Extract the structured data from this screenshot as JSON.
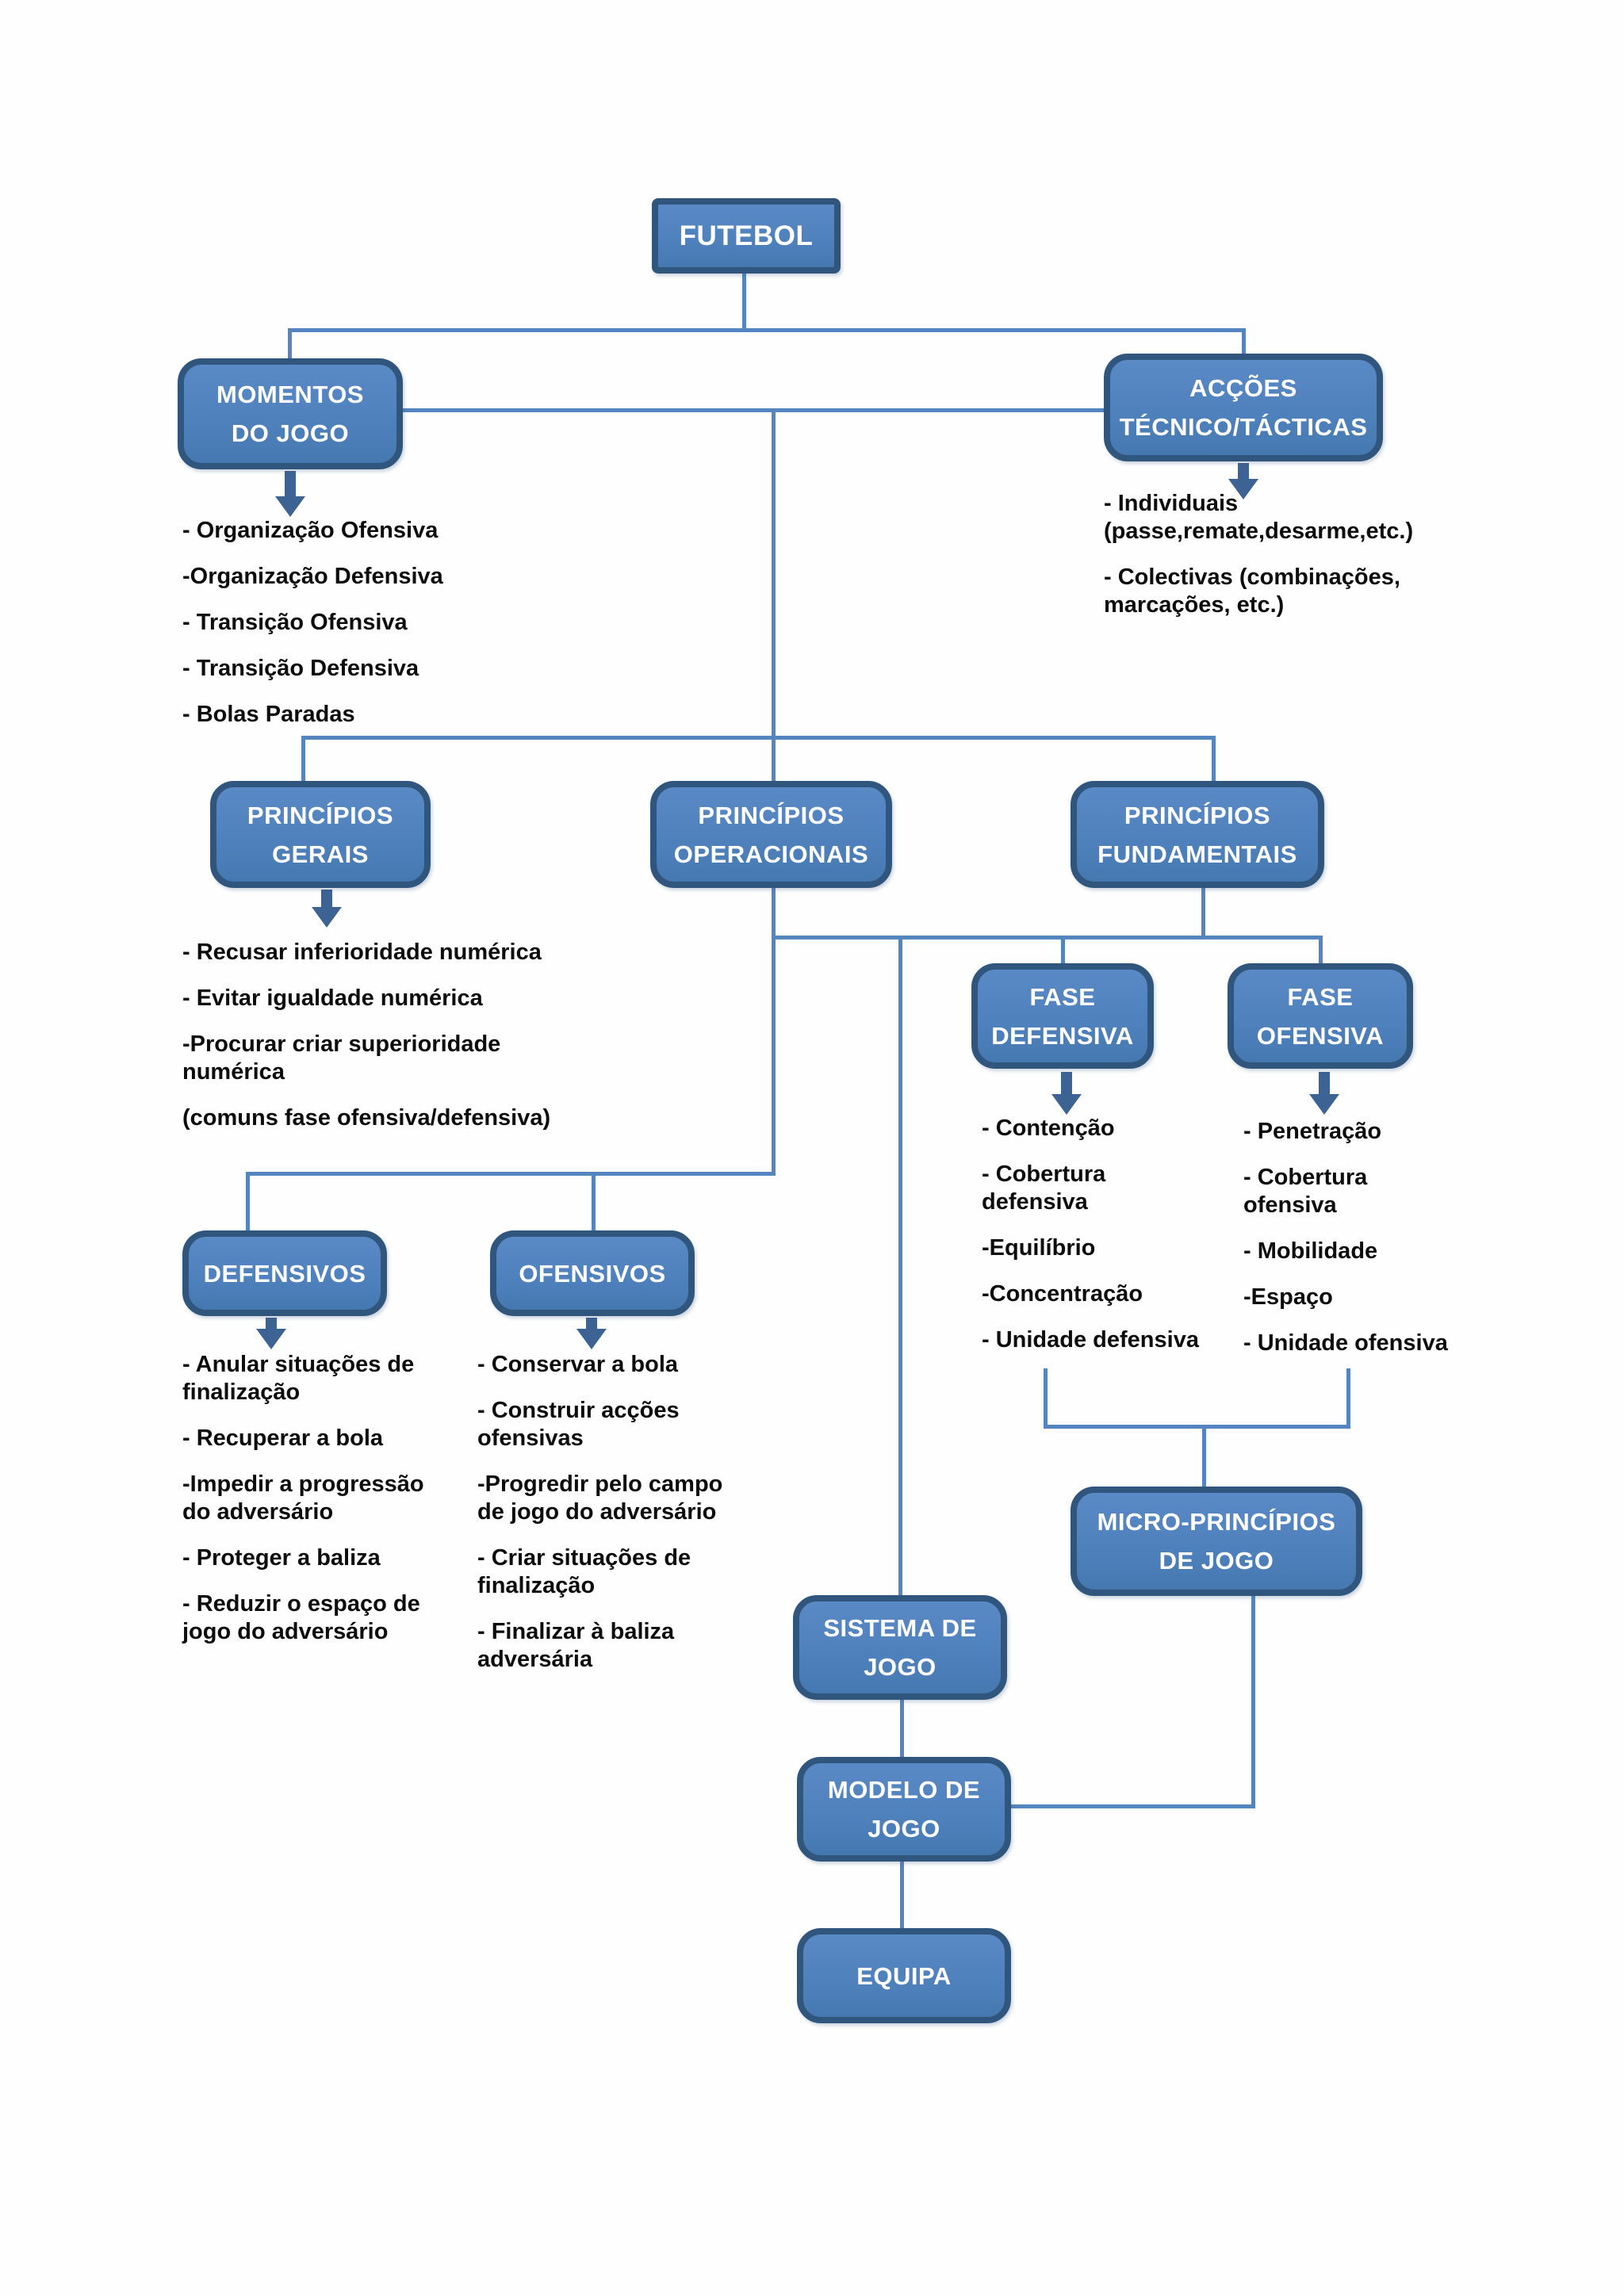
{
  "diagram": {
    "title": "FUTEBOL",
    "colors": {
      "box_fill": "#4f81bd",
      "box_fill_light": "#5a8ac6",
      "box_fill_dark": "#4678b0",
      "box_border": "#31567e",
      "box_text": "#ffffff",
      "line": "#5585bf",
      "arrow": "#3d6394",
      "text": "#0d0d0d"
    },
    "nodes": {
      "futebol": {
        "label": "FUTEBOL"
      },
      "momentos": {
        "label": "MOMENTOS\nDO JOGO"
      },
      "accoes": {
        "label": "ACÇÕES\nTÉCNICO/TÁCTICAS"
      },
      "gerais": {
        "label": "PRINCÍPIOS\nGERAIS"
      },
      "operacionais": {
        "label": "PRINCÍPIOS\nOPERACIONAIS"
      },
      "fundamentais": {
        "label": "PRINCÍPIOS\nFUNDAMENTAIS"
      },
      "fase_defensiva": {
        "label": "FASE\nDEFENSIVA"
      },
      "fase_ofensiva": {
        "label": "FASE\nOFENSIVA"
      },
      "defensivos": {
        "label": "DEFENSIVOS"
      },
      "ofensivos": {
        "label": "OFENSIVOS"
      },
      "micro_principios": {
        "label": "MICRO-PRINCÍPIOS\nDE JOGO"
      },
      "sistema": {
        "label": "SISTEMA DE\nJOGO"
      },
      "modelo": {
        "label": "MODELO DE\nJOGO"
      },
      "equipa": {
        "label": "EQUIPA"
      }
    },
    "lists": {
      "momentos_items": [
        "- Organização Ofensiva",
        "-Organização Defensiva",
        "- Transição Ofensiva",
        "- Transição Defensiva",
        "- Bolas Paradas"
      ],
      "accoes_items": [
        "- Individuais\n(passe,remate,desarme,etc.)",
        "- Colectivas (combinações,\nmarcações, etc.)"
      ],
      "gerais_items": [
        "- Recusar inferioridade numérica",
        "- Evitar igualdade numérica",
        "-Procurar criar superioridade\nnumérica",
        "(comuns fase ofensiva/defensiva)"
      ],
      "fase_defensiva_items": [
        "- Contenção",
        "- Cobertura\ndefensiva",
        "-Equilíbrio",
        "-Concentração",
        "- Unidade defensiva"
      ],
      "fase_ofensiva_items": [
        "- Penetração",
        "- Cobertura\nofensiva",
        "- Mobilidade",
        "-Espaço",
        "- Unidade ofensiva"
      ],
      "defensivos_items": [
        "- Anular situações de\nfinalização",
        "- Recuperar a bola",
        "-Impedir a progressão\ndo adversário",
        "- Proteger a baliza",
        "- Reduzir o espaço de\njogo do adversário"
      ],
      "ofensivos_items": [
        "- Conservar a bola",
        "- Construir acções\nofensivas",
        "-Progredir pelo campo\nde jogo do adversário",
        "- Criar situações de\nfinalização",
        "- Finalizar à baliza\nadversária"
      ]
    }
  }
}
